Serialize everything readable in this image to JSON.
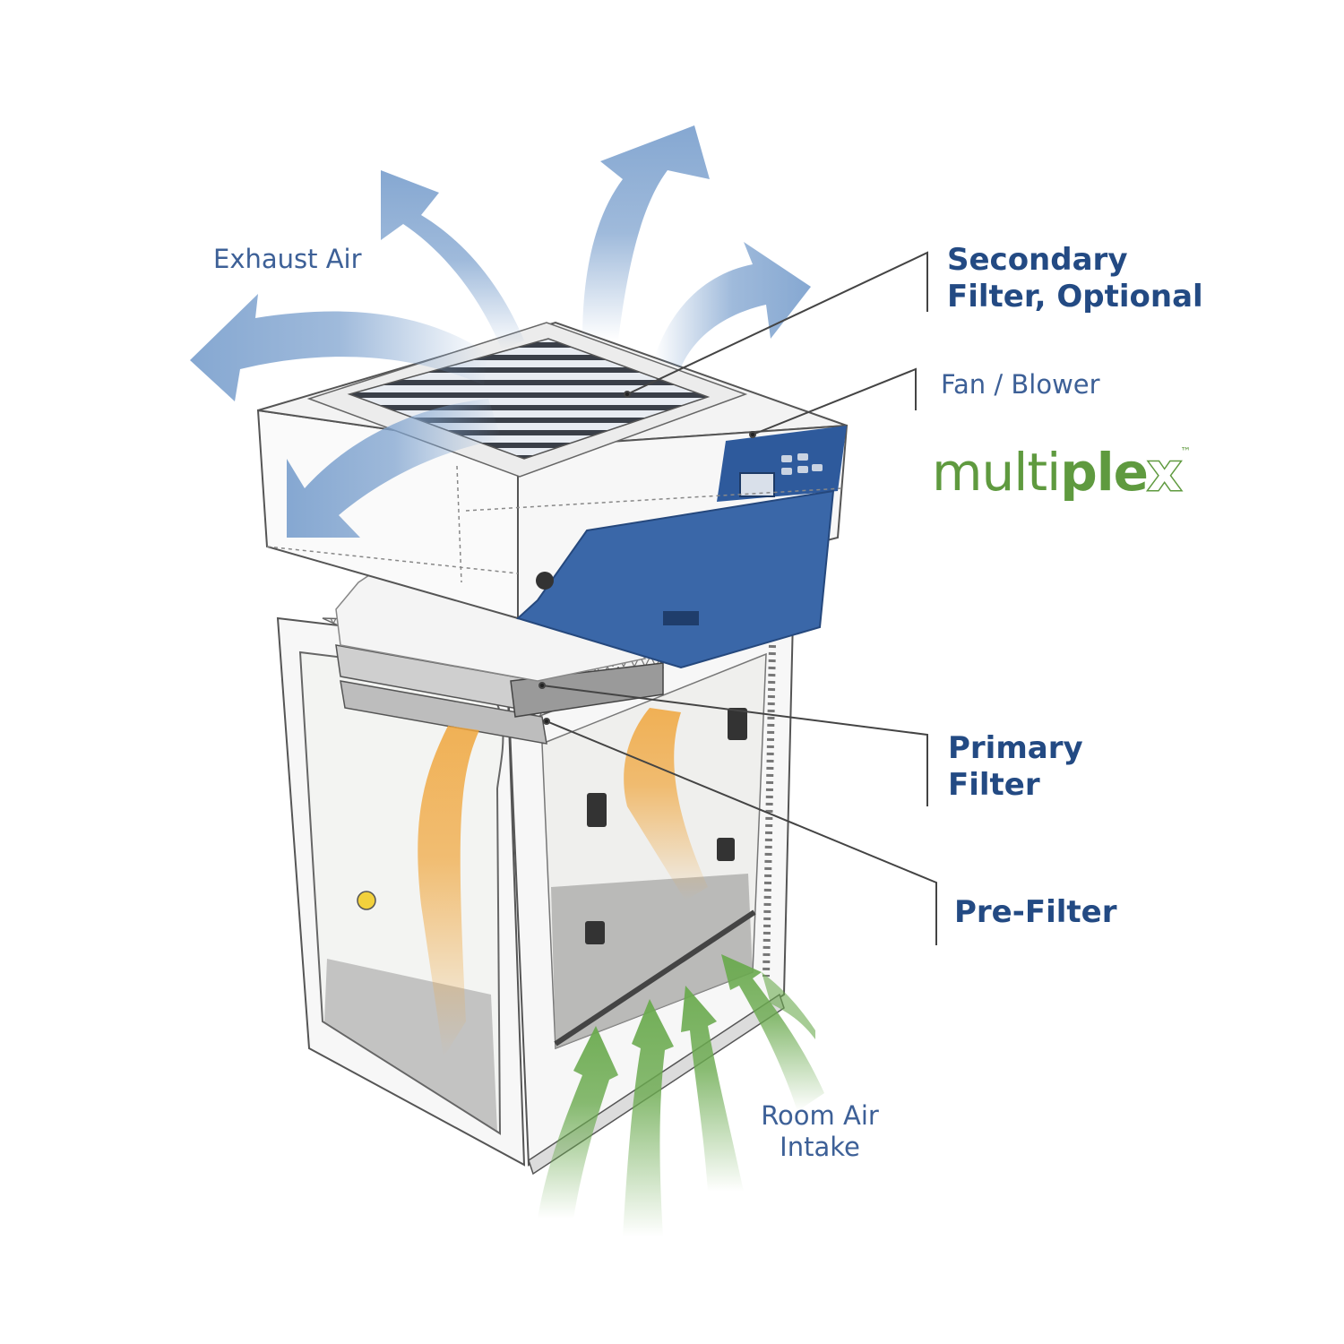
{
  "labels": {
    "exhaust_air": "Exhaust Air",
    "secondary_filter_line1": "Secondary",
    "secondary_filter_line2": "Filter, Optional",
    "fan_blower": "Fan / Blower",
    "primary_filter_line1": "Primary",
    "primary_filter_line2": "Filter",
    "pre_filter": "Pre-Filter",
    "room_air_line1": "Room Air",
    "room_air_line2": "Intake"
  },
  "logo": {
    "part_thin": "multi",
    "part_bold": "ple",
    "part_x": "x",
    "mark": "™"
  },
  "colors": {
    "exhaust_arrow": "#7fa3cf",
    "intake_arrow": "#6aaa4e",
    "internal_flow": "#f0a53a",
    "control_panel": "#2e5a9c",
    "label_text": "#234a83",
    "logo_green": "#5f9a3f",
    "leader_line": "#444444"
  }
}
